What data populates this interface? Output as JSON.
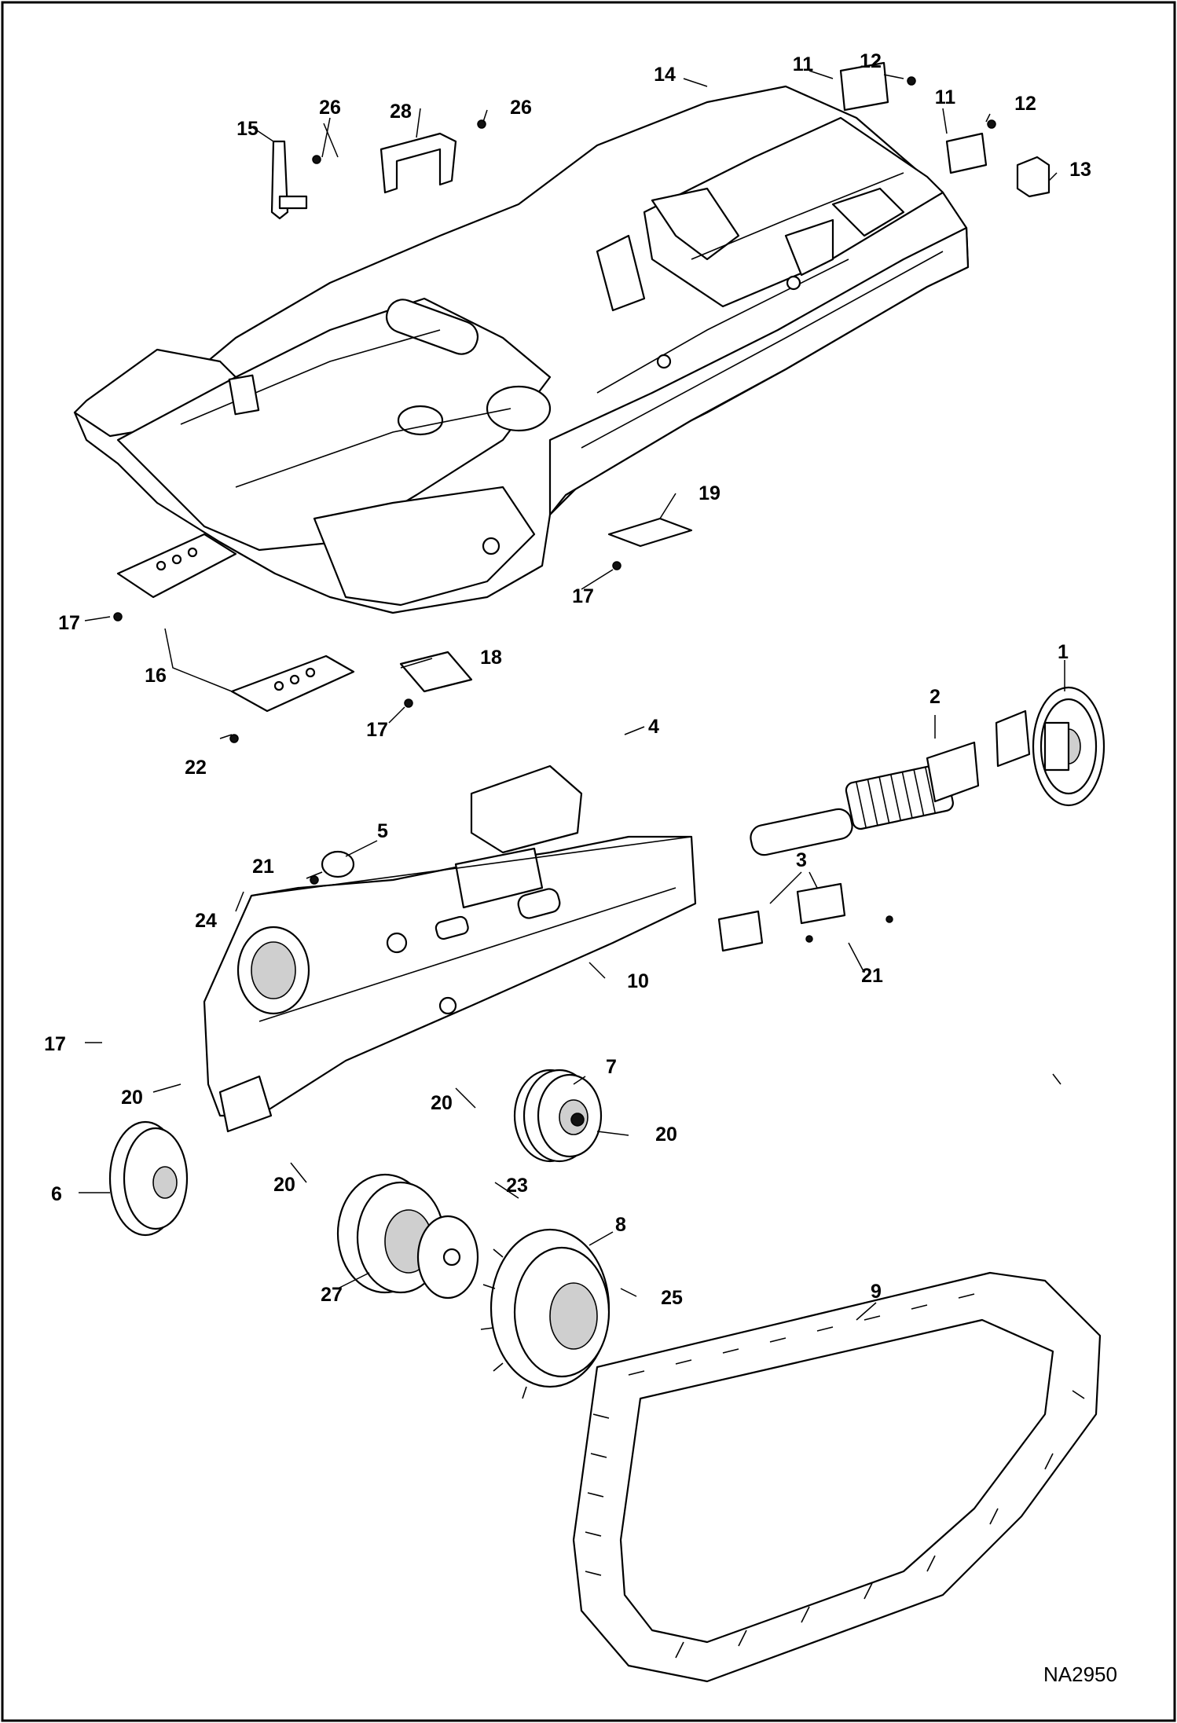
{
  "drawing_code": "NA2950",
  "callouts": [
    {
      "num": "1"
    },
    {
      "num": "2"
    },
    {
      "num": "3"
    },
    {
      "num": "4"
    },
    {
      "num": "5"
    },
    {
      "num": "6"
    },
    {
      "num": "7"
    },
    {
      "num": "8"
    },
    {
      "num": "9"
    },
    {
      "num": "10"
    },
    {
      "num": "11"
    },
    {
      "num": "11"
    },
    {
      "num": "12"
    },
    {
      "num": "12"
    },
    {
      "num": "13"
    },
    {
      "num": "14"
    },
    {
      "num": "15"
    },
    {
      "num": "16"
    },
    {
      "num": "17"
    },
    {
      "num": "17"
    },
    {
      "num": "17"
    },
    {
      "num": "17"
    },
    {
      "num": "18"
    },
    {
      "num": "19"
    },
    {
      "num": "20"
    },
    {
      "num": "20"
    },
    {
      "num": "20"
    },
    {
      "num": "20"
    },
    {
      "num": "21"
    },
    {
      "num": "21"
    },
    {
      "num": "22"
    },
    {
      "num": "23"
    },
    {
      "num": "24"
    },
    {
      "num": "25"
    },
    {
      "num": "26"
    },
    {
      "num": "26"
    },
    {
      "num": "27"
    },
    {
      "num": "28"
    }
  ]
}
